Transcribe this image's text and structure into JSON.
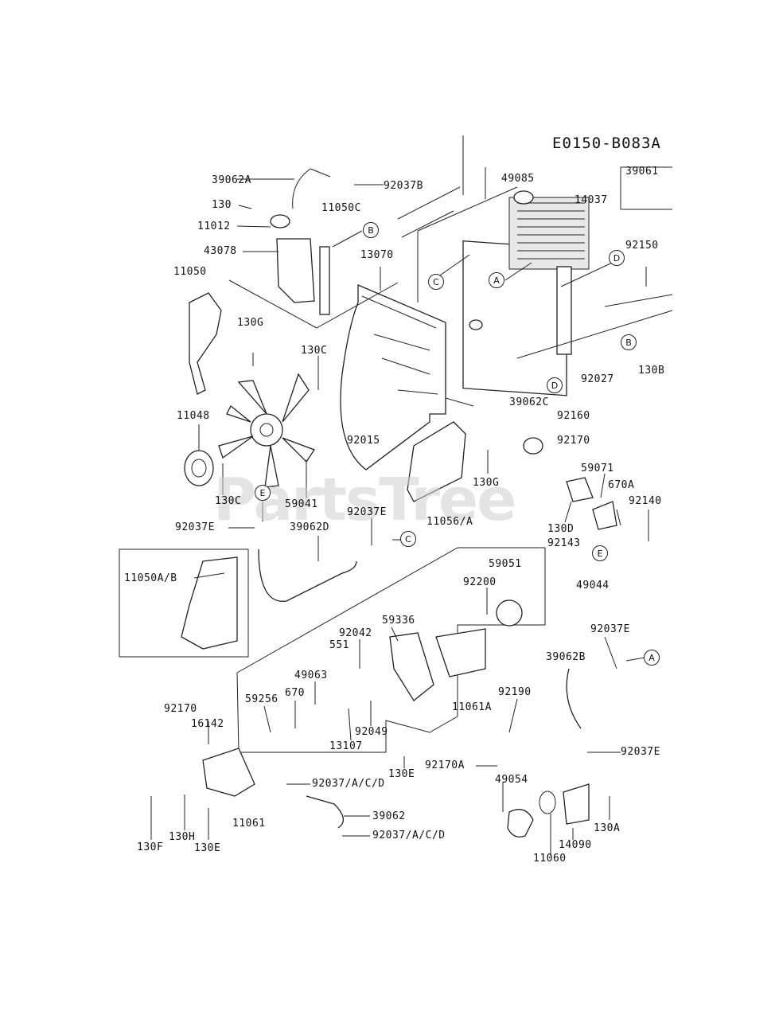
{
  "diagram": {
    "code": "E0150-B083A",
    "watermark": "PartsTree"
  },
  "labels": {
    "p39062A": "39062A",
    "p92037B": "92037B",
    "p130": "130",
    "p11012": "11012",
    "p11050C": "11050C",
    "p43078": "43078",
    "p13070": "13070",
    "p11050": "11050",
    "p130G_a": "130G",
    "p130C_a": "130C",
    "p49085": "49085",
    "p14037": "14037",
    "p39061": "39061",
    "p92150": "92150",
    "p130B": "130B",
    "p92027": "92027",
    "p39062C": "39062C",
    "p92160": "92160",
    "p92170_a": "92170",
    "p59071": "59071",
    "p670A": "670A",
    "p92140": "92140",
    "p130D": "130D",
    "p92143": "92143",
    "p49044": "49044",
    "p11048": "11048",
    "p130C_b": "130C",
    "p59041": "59041",
    "p92015": "92015",
    "p130G_b": "130G",
    "p11056A": "11056/A",
    "p92037E_a": "92037E",
    "p39062D": "39062D",
    "p92037E_b": "92037E",
    "p11050AB": "11050A/B",
    "p59051": "59051",
    "p92200": "92200",
    "p92042": "92042",
    "p551": "551",
    "p59336": "59336",
    "p49063": "49063",
    "p670": "670",
    "p59256": "59256",
    "p92170_b": "92170",
    "p16142": "16142",
    "p11061A": "11061A",
    "p92049": "92049",
    "p13107": "13107",
    "p130E_a": "130E",
    "p92037E_c": "92037E",
    "p39062B": "39062B",
    "p92190": "92190",
    "p92037E_d": "92037E",
    "p92170A": "92170A",
    "p49054": "49054",
    "p130A": "130A",
    "p14090": "14090",
    "p11060": "11060",
    "p92037ACD_a": "92037/A/C/D",
    "p39062": "39062",
    "p92037ACD_b": "92037/A/C/D",
    "p11061": "11061",
    "p130F": "130F",
    "p130H": "130H",
    "p130E_b": "130E"
  },
  "callouts": {
    "A": "A",
    "B": "B",
    "C": "C",
    "D": "D",
    "E": "E"
  }
}
